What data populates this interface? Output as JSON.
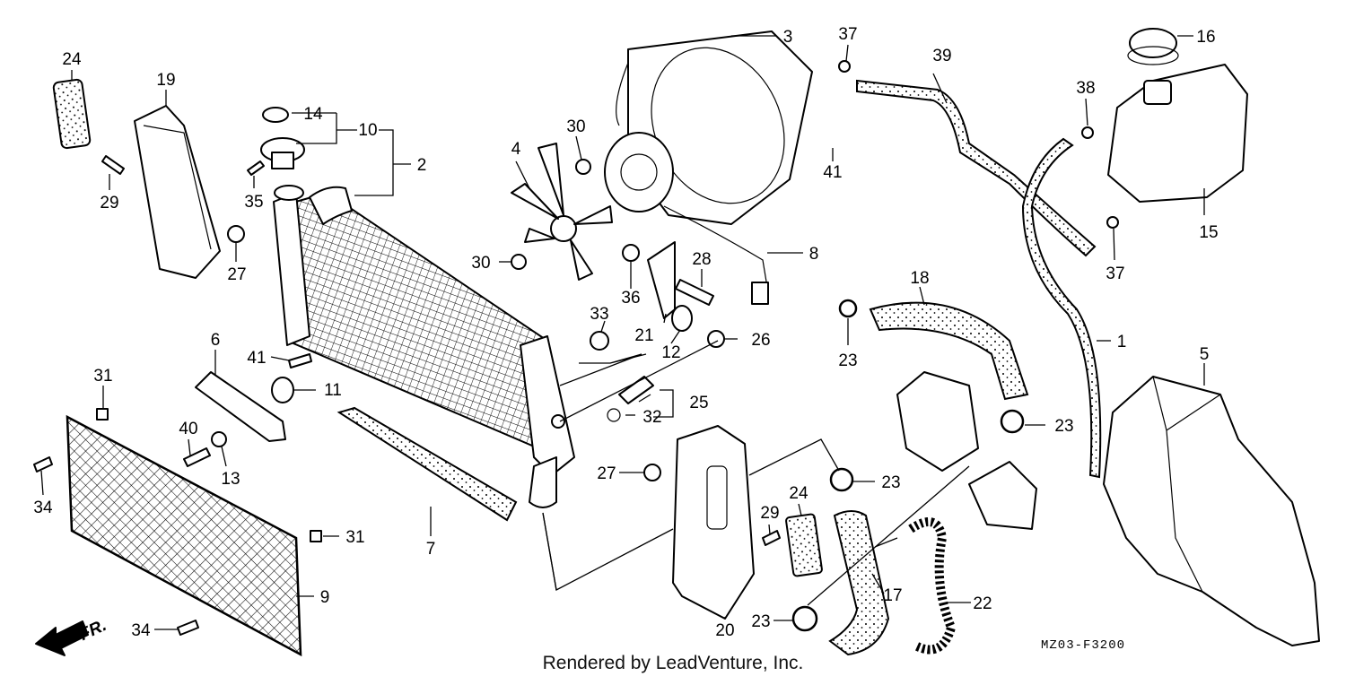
{
  "callouts": [
    "1",
    "2",
    "3",
    "4",
    "5",
    "6",
    "7",
    "8",
    "9",
    "10",
    "11",
    "12",
    "13",
    "14",
    "15",
    "16",
    "17",
    "18",
    "19",
    "20",
    "21",
    "22",
    "23",
    "24",
    "25",
    "26",
    "27",
    "28",
    "29",
    "30",
    "31",
    "32",
    "33",
    "34",
    "35",
    "36",
    "37",
    "38",
    "39",
    "40",
    "41"
  ],
  "arrow_label": "FR.",
  "diagram_code": "MZ03-F3200",
  "footer": "Rendered by LeadVenture, Inc."
}
